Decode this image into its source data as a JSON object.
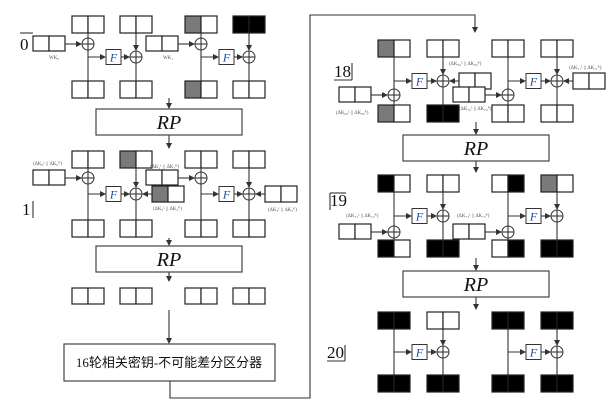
{
  "colors": {
    "white": "#ffffff",
    "gray": "#7a7a7a",
    "black": "#000000",
    "line": "#333333",
    "f_text": "#1a4fa0"
  },
  "labels": {
    "rp": "RP",
    "f": "F",
    "distinguisher": "16轮相关密钥-不可能差分区分器"
  },
  "rounds": [
    {
      "id": "r0",
      "number": "0",
      "key_labels": [
        "WK₀",
        "WK₁"
      ],
      "top": [
        [
          "w",
          "w"
        ],
        [
          "w",
          "w"
        ],
        [
          "g",
          "w"
        ],
        [
          "b",
          "b"
        ]
      ],
      "bottom": [
        [
          "w",
          "w"
        ],
        [
          "w",
          "w"
        ],
        [
          "g",
          "w"
        ],
        [
          "w",
          "w"
        ]
      ]
    },
    {
      "id": "r1",
      "number": "1",
      "key_labels": [
        "(ΔK₀ᴸ || ΔK₀ᴿ)",
        "(ΔK₁ᴸ || ΔK₁ᴿ)",
        "(ΔK₂ᴸ || ΔK₂ᴿ)",
        "(ΔK₃ᴸ || ΔK₃ᴿ)"
      ],
      "top": [
        [
          "w",
          "w"
        ],
        [
          "g",
          "w"
        ],
        [
          "w",
          "w"
        ],
        [
          "w",
          "w"
        ]
      ],
      "bottom": [
        [
          "w",
          "w"
        ],
        [
          "w",
          "w"
        ],
        [
          "w",
          "w"
        ],
        [
          "w",
          "w"
        ]
      ]
    },
    {
      "id": "r18",
      "number": "18",
      "key_labels": [
        "(ΔK₆₈ᴸ || ΔK₆₈ᴿ)",
        "(ΔK₆₉ᴸ || ΔK₆₉ᴿ)",
        "(ΔK₇₀ᴸ || ΔK₇₀ᴿ)",
        "(ΔK₇₁ᴸ || ΔK₇₁ᴿ)"
      ],
      "top": [
        [
          "g",
          "w"
        ],
        [
          "w",
          "w"
        ],
        [
          "w",
          "w"
        ],
        [
          "w",
          "w"
        ]
      ],
      "bottom": [
        [
          "g",
          "w"
        ],
        [
          "b",
          "b"
        ],
        [
          "w",
          "w"
        ],
        [
          "w",
          "w"
        ]
      ]
    },
    {
      "id": "r19",
      "number": "19",
      "key_labels": [
        "(ΔK₇₂ᴸ || ΔK₇₂ᴿ)",
        "(ΔK₇₃ᴸ || ΔK₇₃ᴿ)"
      ],
      "top": [
        [
          "b",
          "w"
        ],
        [
          "w",
          "w"
        ],
        [
          "w",
          "b"
        ],
        [
          "g",
          "w"
        ]
      ],
      "bottom": [
        [
          "b",
          "w"
        ],
        [
          "b",
          "b"
        ],
        [
          "w",
          "b"
        ],
        [
          "b",
          "b"
        ]
      ]
    },
    {
      "id": "r20",
      "number": "20",
      "key_labels": [],
      "top": [
        [
          "b",
          "b"
        ],
        [
          "w",
          "w"
        ],
        [
          "b",
          "b"
        ],
        [
          "b",
          "b"
        ]
      ],
      "bottom": [
        [
          "b",
          "b"
        ],
        [
          "b",
          "b"
        ],
        [
          "b",
          "b"
        ],
        [
          "b",
          "b"
        ]
      ]
    }
  ],
  "after_rp_left": [
    [
      "w",
      "w"
    ],
    [
      "w",
      "w"
    ],
    [
      "w",
      "w"
    ],
    [
      "w",
      "w"
    ]
  ]
}
